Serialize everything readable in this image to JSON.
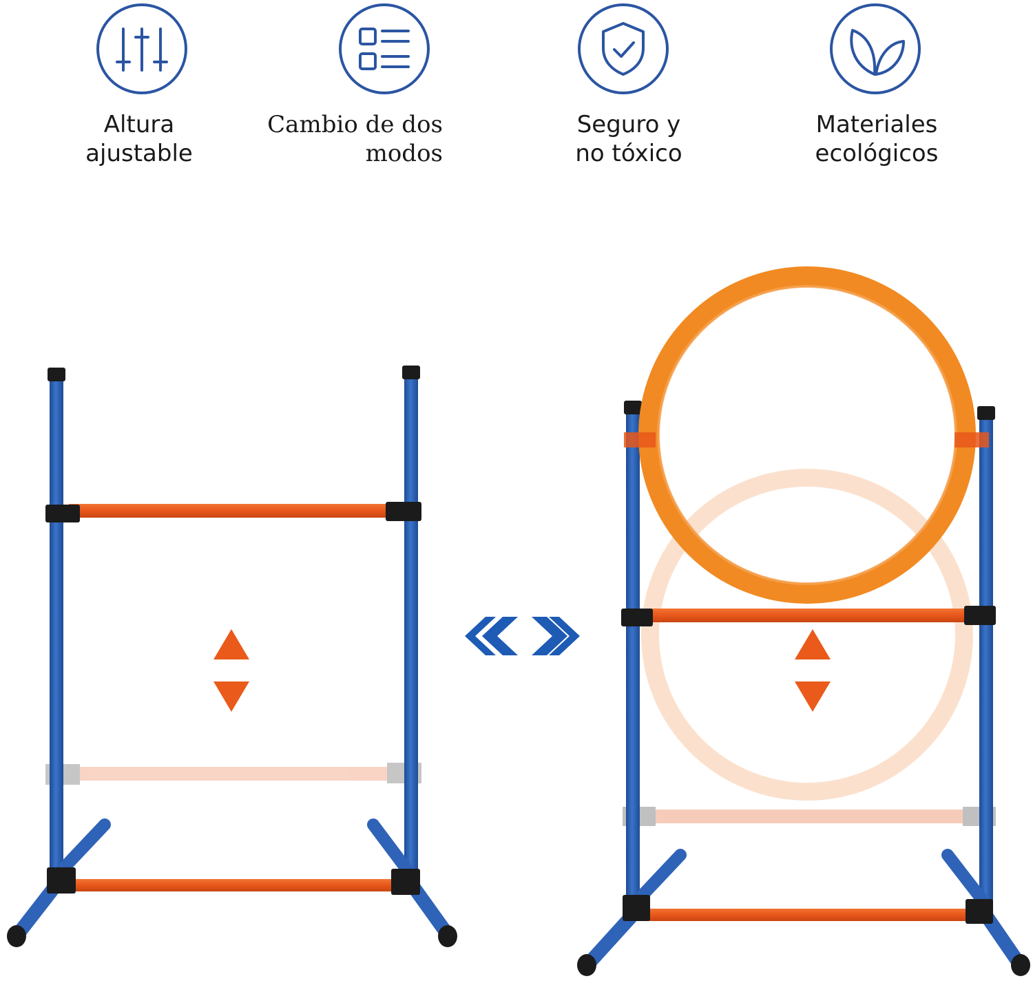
{
  "features": [
    {
      "icon": "sliders-icon",
      "lines": [
        "Altura",
        "ajustable"
      ]
    },
    {
      "icon": "list-icon",
      "lines": [
        "Cambio de dos",
        "modos"
      ]
    },
    {
      "icon": "shield-check-icon",
      "lines": [
        "Seguro y",
        "no tóxico"
      ]
    },
    {
      "icon": "leaves-icon",
      "lines": [
        "Materiales",
        "ecológicos"
      ]
    }
  ],
  "colors": {
    "icon_blue": "#2b55a3",
    "pole_blue": "#2f63b8",
    "bar_orange": "#e8571a",
    "hoop_orange": "#f18a22",
    "arrow_orange": "#ea5a1a",
    "swap_blue": "#1d5bb5",
    "connector_black": "#1b1b1b"
  }
}
